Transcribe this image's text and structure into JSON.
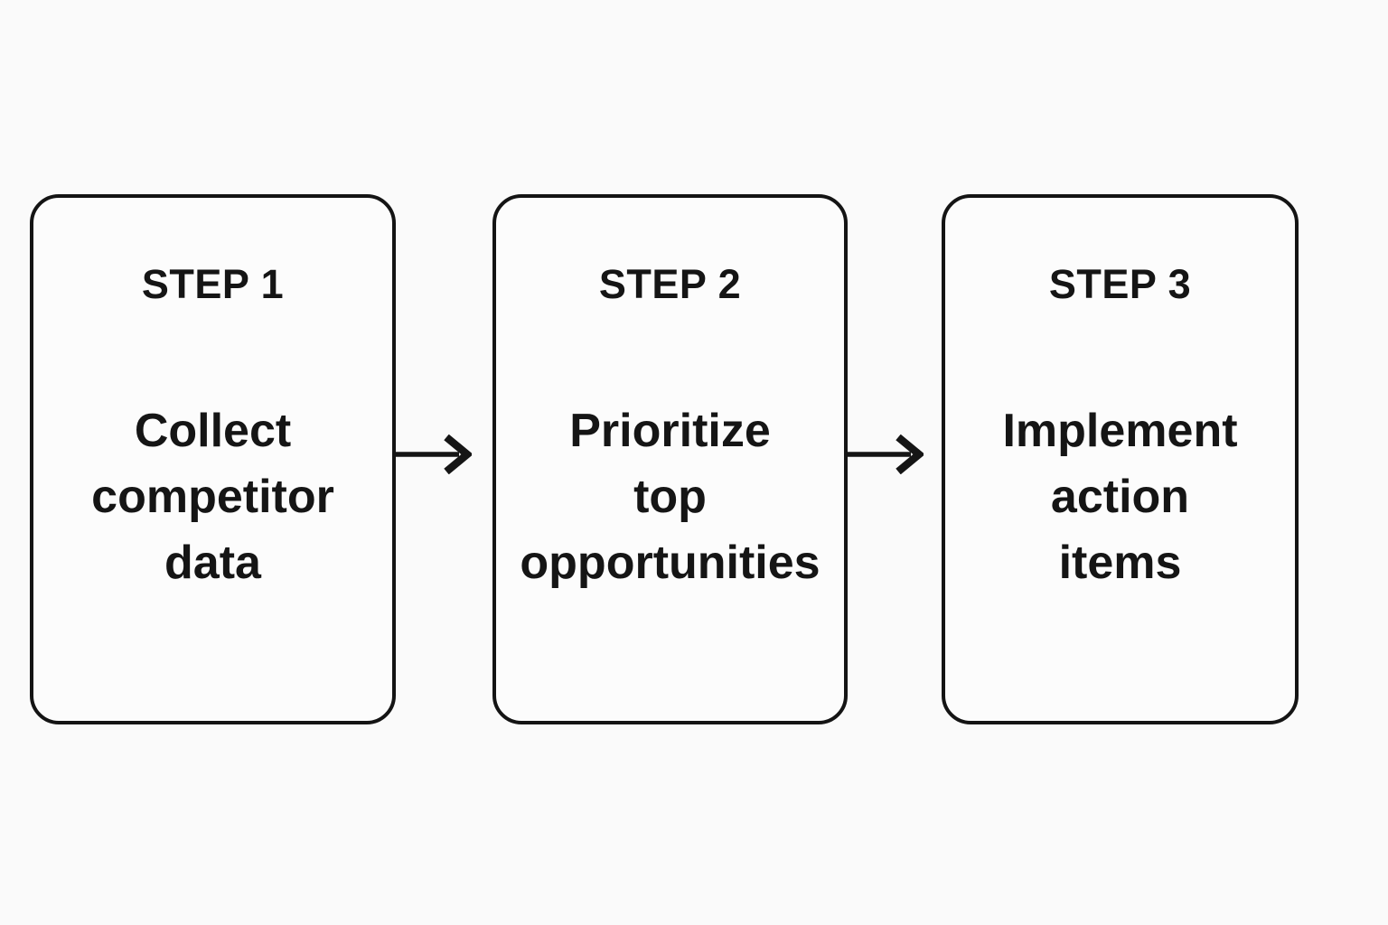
{
  "page": {
    "background_color": "#fafafa"
  },
  "diagram": {
    "type": "process-flow",
    "direction": "left-to-right",
    "colors": {
      "card_fill": "#fcfcfc",
      "card_border": "#141414",
      "text": "#151515",
      "arrow": "#151515"
    },
    "steps": [
      {
        "label": "STEP 1",
        "title": "Collect competitor data",
        "lines": [
          "Collect",
          "competitor",
          "data"
        ]
      },
      {
        "label": "STEP 2",
        "title": "Prioritize top opportunities",
        "lines": [
          "Prioritize",
          "top",
          "opportunities"
        ]
      },
      {
        "label": "STEP 3",
        "title": "Implement action items",
        "lines": [
          "Implement",
          "action",
          "items"
        ]
      }
    ],
    "connectors": [
      {
        "icon": "arrow-right-icon",
        "from": "STEP 1",
        "to": "STEP 2"
      },
      {
        "icon": "arrow-right-icon",
        "from": "STEP 2",
        "to": "STEP 3"
      }
    ]
  }
}
